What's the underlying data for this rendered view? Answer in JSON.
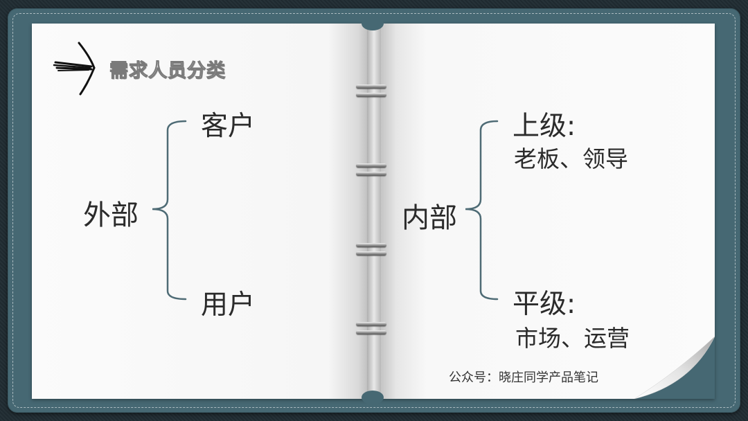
{
  "title": "需求人员分类",
  "left": {
    "group": "外部",
    "items": [
      "客户",
      "用户"
    ]
  },
  "right": {
    "group": "内部",
    "items": [
      {
        "label": "上级:",
        "detail": "老板、领导"
      },
      {
        "label": "平级:",
        "detail": "市场、运营"
      }
    ]
  },
  "footer": "公众号：晓庄同学产品笔记",
  "colors": {
    "cover": "#466873",
    "bracket": "#4e6b75",
    "text": "#2b2b2b"
  }
}
